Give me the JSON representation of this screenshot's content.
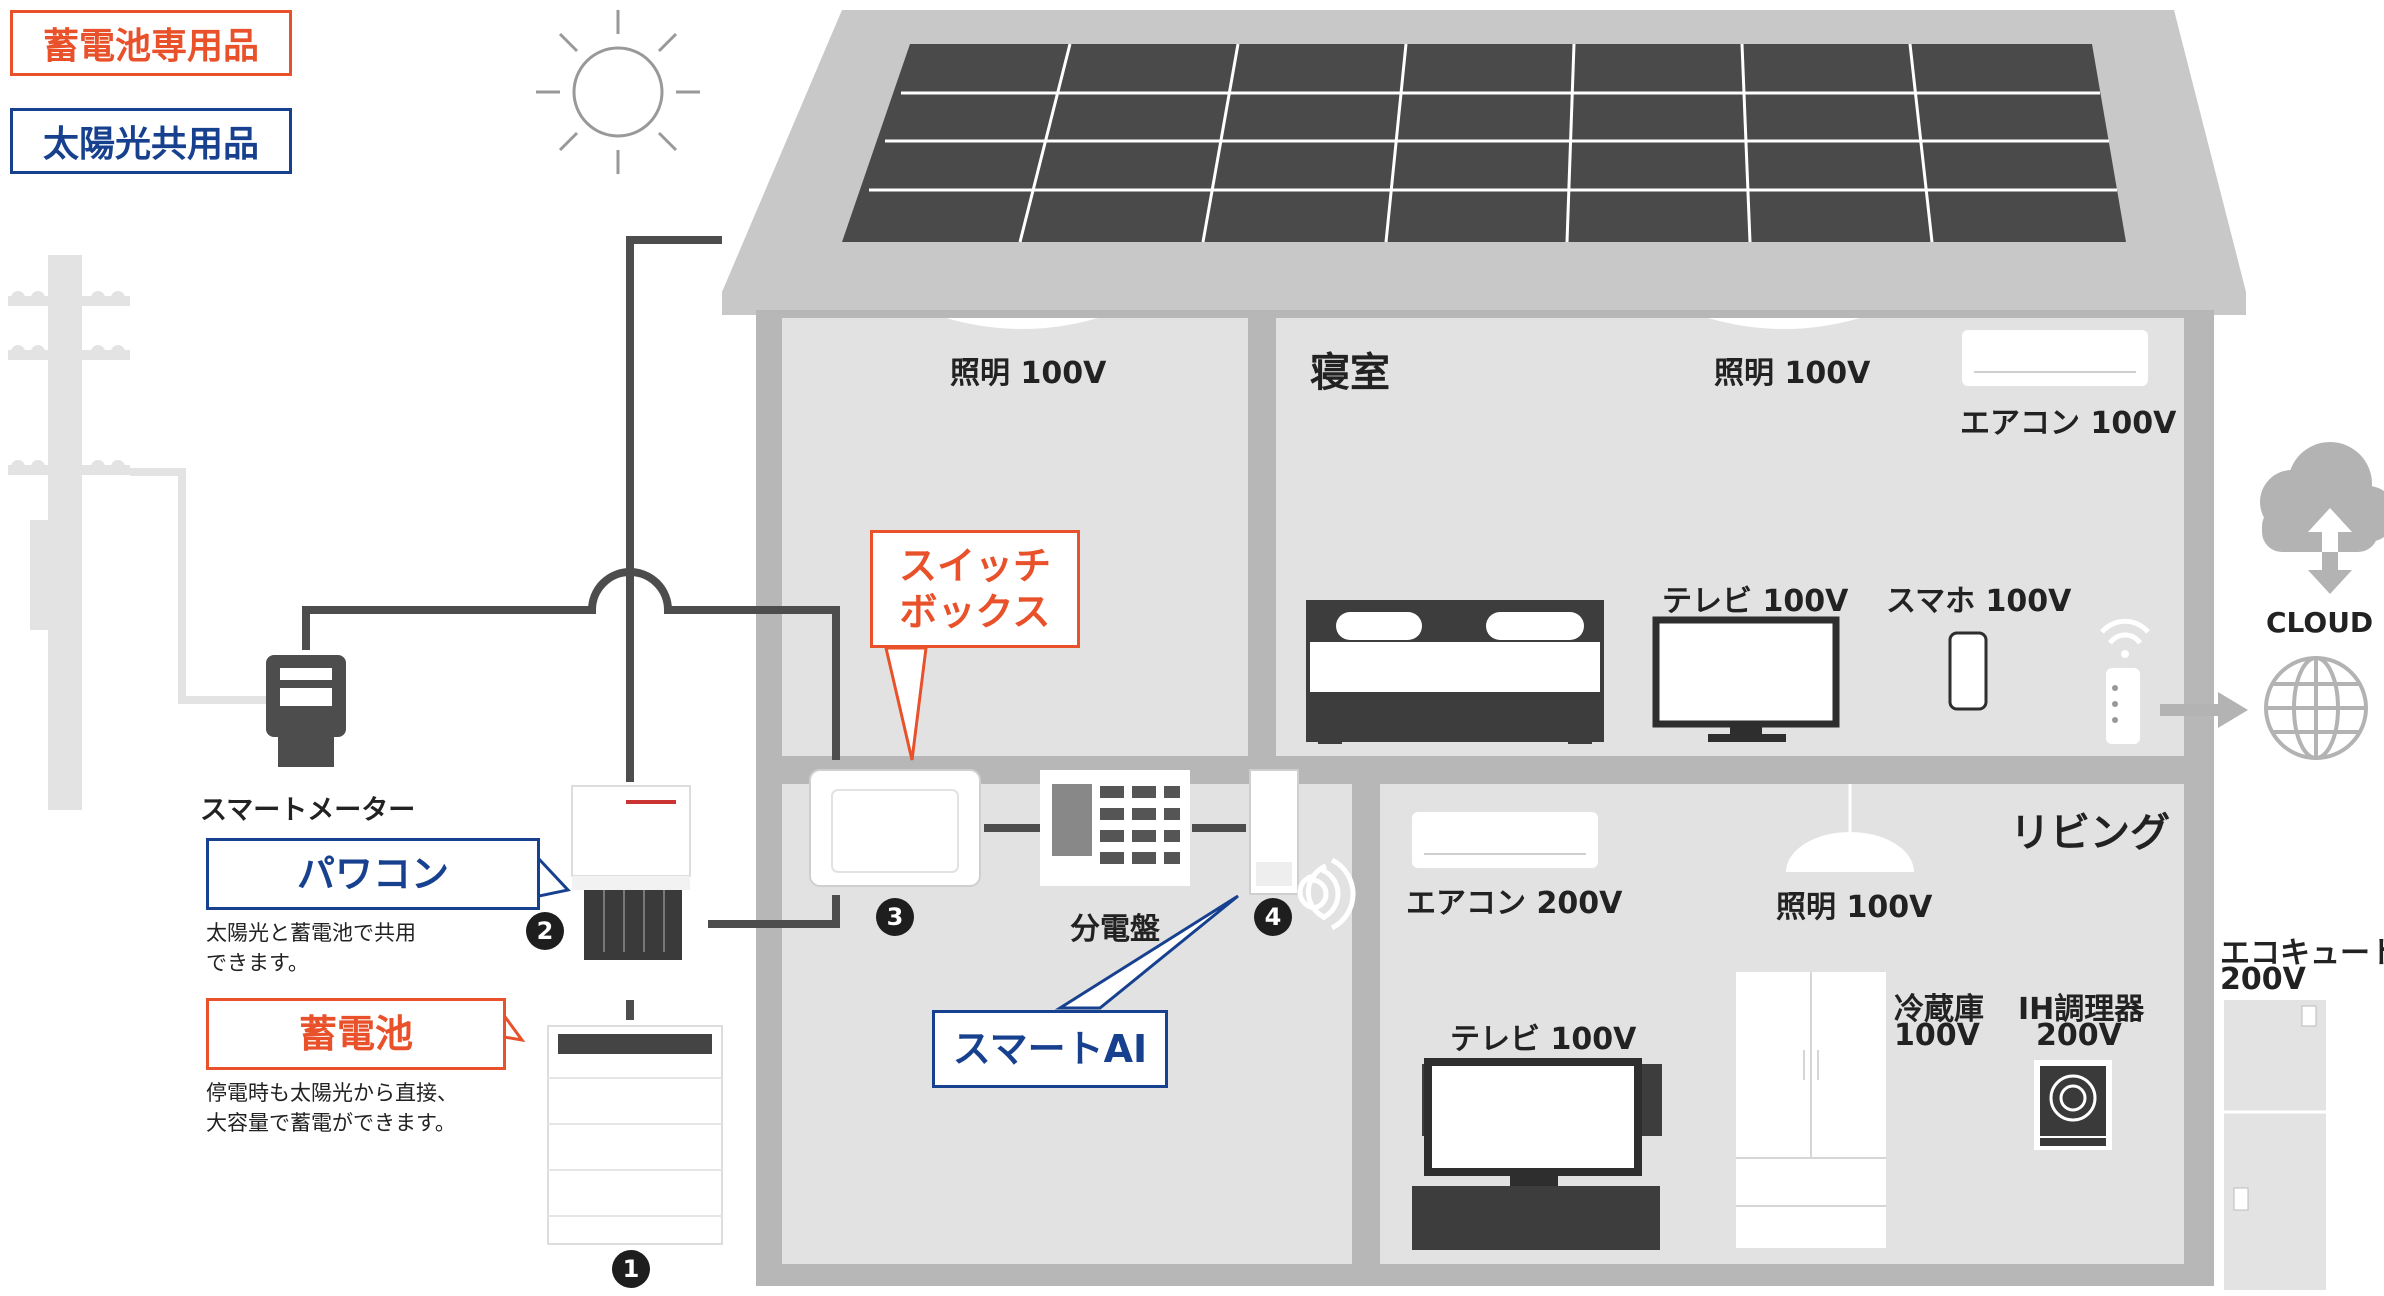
{
  "legend": {
    "battery_only": "蓄電池専用品",
    "solar_shared": "太陽光共用品"
  },
  "rooms": {
    "bedroom": "寝室",
    "living": "リビング"
  },
  "appliances": {
    "light_upper_left": "照明 100V",
    "light_bedroom": "照明 100V",
    "ac_bedroom": "エアコン 100V",
    "tv_bedroom": "テレビ 100V",
    "phone_bedroom": "スマホ 100V",
    "ac_living": "エアコン 200V",
    "light_living": "照明 100V",
    "tv_living": "テレビ 100V",
    "fridge_line1": "冷蔵庫",
    "fridge_line2": "100V",
    "ih_line1": "IH調理器",
    "ih_line2": "200V",
    "ecocute_line1": "エコキュート",
    "ecocute_line2": "200V"
  },
  "devices": {
    "smart_meter": "スマートメーター",
    "distribution_board": "分電盤",
    "cloud": "CLOUD"
  },
  "callouts": {
    "switch_box_line1": "スイッチ",
    "switch_box_line2": "ボックス",
    "power_conditioner": "パワコン",
    "power_conditioner_desc_line1": "太陽光と蓄電池で共用",
    "power_conditioner_desc_line2": "できます。",
    "battery": "蓄電池",
    "battery_desc_line1": "停電時も太陽光から直接、",
    "battery_desc_line2": "大容量で蓄電ができます。",
    "smart_ai": "スマートAI"
  },
  "markers": {
    "one": "1",
    "two": "2",
    "three": "3",
    "four": "4"
  },
  "colors": {
    "battery_only": "#e8512a",
    "solar_shared": "#17418f",
    "house_wall": "#b7b7b7",
    "room_fill": "#e2e2e2",
    "roof": "#c8c8c8",
    "panel": "#4a4a4a",
    "line": "#4d4d4d",
    "pole": "#e3e3e3"
  }
}
